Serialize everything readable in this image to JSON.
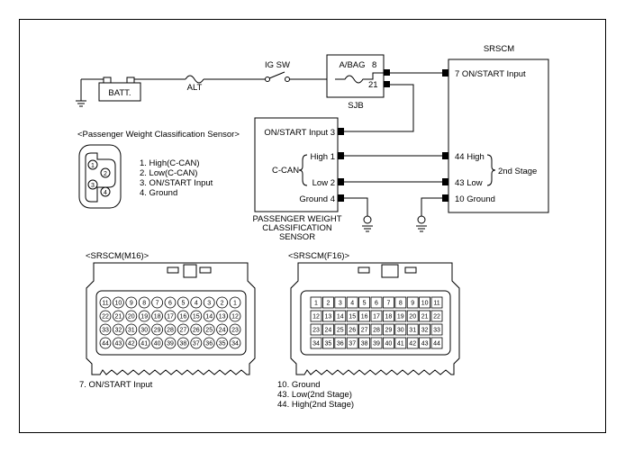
{
  "battery": {
    "label": "BATT."
  },
  "alternator": {
    "label": "ALT"
  },
  "ignition": {
    "label": "IG SW"
  },
  "sjb": {
    "label": "SJB",
    "fuse_label": "A/BAG",
    "pin_top": "8",
    "pin_bottom": "21"
  },
  "srscm": {
    "title": "SRSCM",
    "pin_on_start": "7 ON/START Input",
    "pin_high": "44 High",
    "pin_low": "43 Low",
    "pin_ground": "10 Ground",
    "stage_label": "2nd Stage"
  },
  "pwcs": {
    "pin_on_start": "ON/START Input 3",
    "pin_high": "High 1",
    "pin_low": "Low 2",
    "pin_ground": "Ground 4",
    "bus_label": "C-CAN",
    "caption": [
      "PASSENGER WEIGHT",
      "CLASSIFICATION",
      "SENSOR"
    ]
  },
  "sensor_connector": {
    "title": "<Passenger Weight Classification Sensor>",
    "pins": [
      "1",
      "2",
      "3",
      "4"
    ],
    "legend": [
      "1. High(C-CAN)",
      "2. Low(C-CAN)",
      "3. ON/START Input",
      "4. Ground"
    ]
  },
  "connector_m16": {
    "title": "<SRSCM(M16)>",
    "rows": [
      [
        "11",
        "10",
        "9",
        "8",
        "7",
        "6",
        "5",
        "4",
        "3",
        "2",
        "1"
      ],
      [
        "22",
        "21",
        "20",
        "19",
        "18",
        "17",
        "16",
        "15",
        "14",
        "13",
        "12"
      ],
      [
        "33",
        "32",
        "31",
        "30",
        "29",
        "28",
        "27",
        "26",
        "25",
        "24",
        "23"
      ],
      [
        "44",
        "43",
        "42",
        "41",
        "40",
        "39",
        "38",
        "37",
        "36",
        "35",
        "34"
      ]
    ],
    "legend": [
      "7. ON/START Input"
    ]
  },
  "connector_f16": {
    "title": "<SRSCM(F16)>",
    "rows": [
      [
        "1",
        "2",
        "3",
        "4",
        "5",
        "6",
        "7",
        "8",
        "9",
        "10",
        "11"
      ],
      [
        "12",
        "13",
        "14",
        "15",
        "16",
        "17",
        "18",
        "19",
        "20",
        "21",
        "22"
      ],
      [
        "23",
        "24",
        "25",
        "26",
        "27",
        "28",
        "29",
        "30",
        "31",
        "32",
        "33"
      ],
      [
        "34",
        "35",
        "36",
        "37",
        "38",
        "39",
        "40",
        "41",
        "42",
        "43",
        "44"
      ]
    ],
    "legend": [
      "10. Ground",
      "43. Low(2nd Stage)",
      "44. High(2nd Stage)"
    ]
  }
}
